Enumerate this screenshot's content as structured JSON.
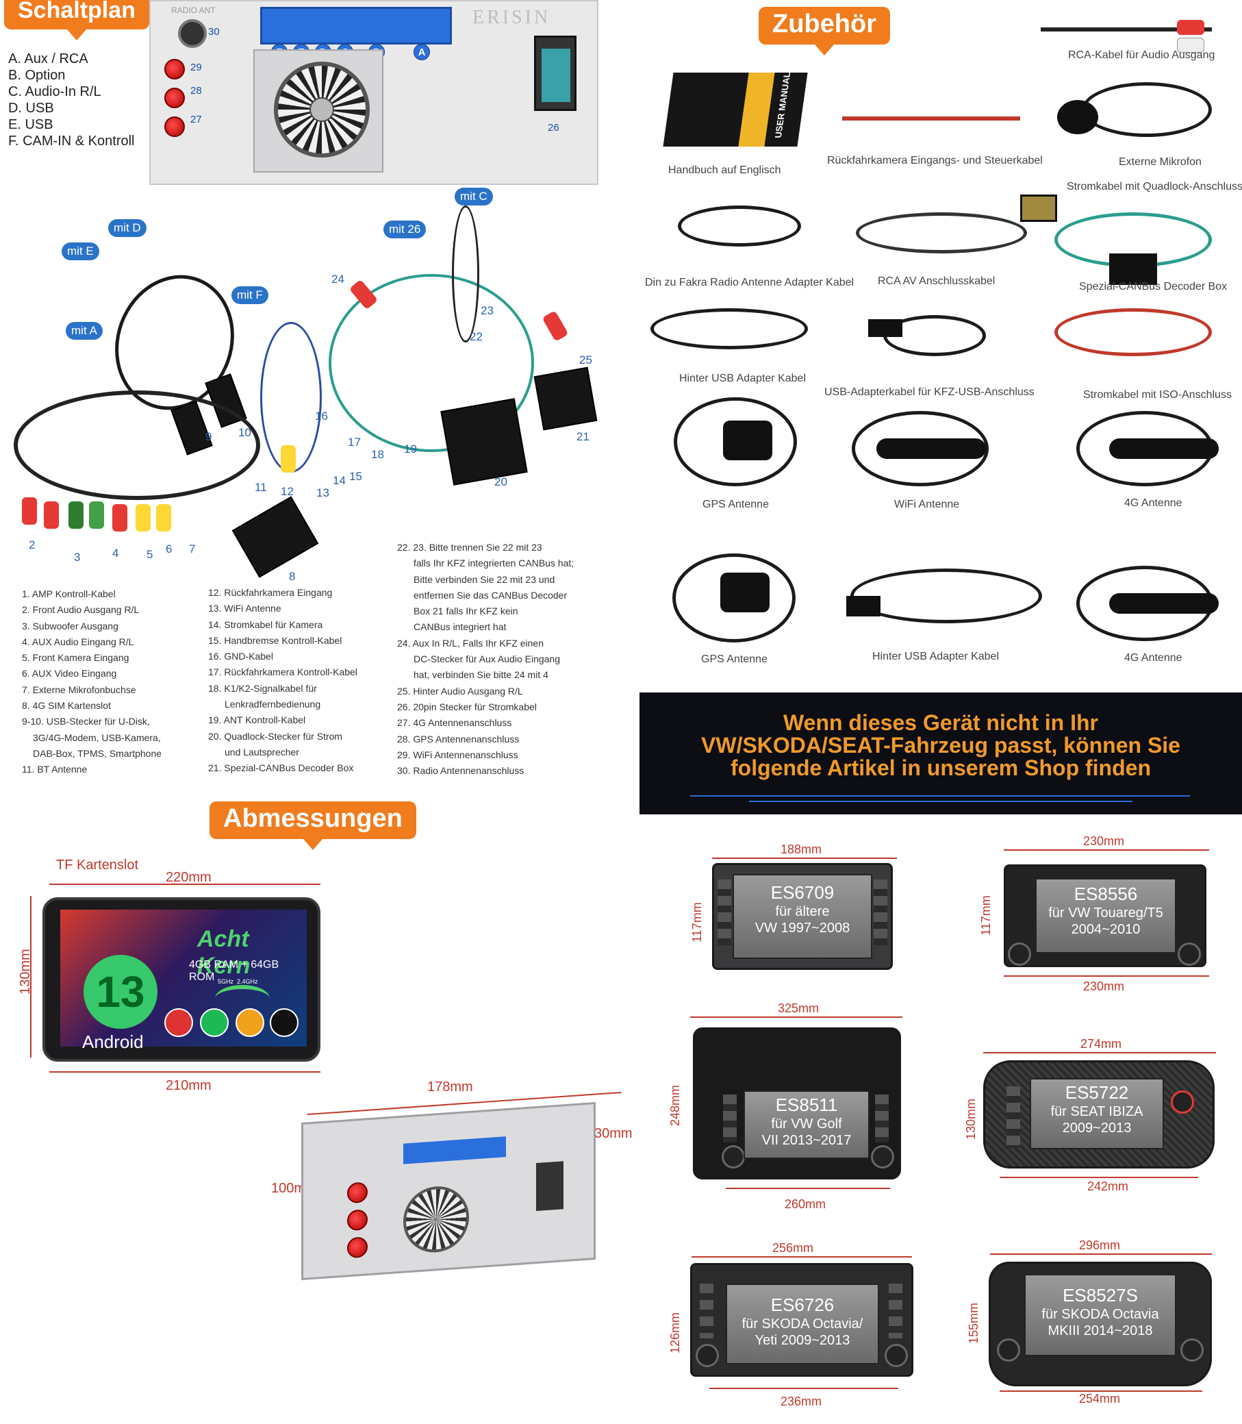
{
  "colors": {
    "accent": "#f07c1e",
    "bubble": "#2a73c9",
    "dimension": "#c0392b",
    "banner_text": "#f09a2a"
  },
  "schaltplan": {
    "title": "Schaltplan",
    "legend": [
      "A. Aux / RCA",
      "B. Option",
      "C. Audio-In R/L",
      "D. USB",
      "E. USB",
      "F. CAM-IN & Kontroll"
    ],
    "unit": {
      "brand": "ERISIN",
      "port_letters": [
        "F",
        "E",
        "D",
        "C",
        "B",
        "A"
      ],
      "port_numbers": [
        "30",
        "29",
        "28",
        "27",
        "26"
      ],
      "top_label": "RADIO ANT"
    },
    "bubbles": [
      "mit D",
      "mit E",
      "mit F",
      "mit A",
      "mit C",
      "mit 26"
    ],
    "cable_numbers": [
      "2",
      "3",
      "4",
      "5",
      "6",
      "7",
      "8",
      "9",
      "10",
      "11",
      "12",
      "13",
      "14",
      "15",
      "16",
      "17",
      "18",
      "19",
      "20",
      "21",
      "22",
      "23",
      "24",
      "25"
    ],
    "list_col1": [
      "1. AMP Kontroll-Kabel",
      "2. Front Audio Ausgang R/L",
      "3. Subwoofer Ausgang",
      "4. AUX Audio Eingang R/L",
      "5. Front Kamera Eingang",
      "6. AUX Video Eingang",
      "7. Externe Mikrofonbuchse",
      "8. 4G SIM Kartenslot",
      "9-10. USB-Stecker für U-Disk,",
      "3G/4G-Modem, USB-Kamera,",
      "DAB-Box, TPMS, Smartphone",
      "11. BT Antenne"
    ],
    "list_col2": [
      "12. Rückfahrkamera Eingang",
      "13. WiFi Antenne",
      "14. Stromkabel für Kamera",
      "15. Handbremse Kontroll-Kabel",
      "16. GND-Kabel",
      "17. Rückfahrkamera Kontroll-Kabel",
      "18. K1/K2-Signalkabel für",
      "Lenkradfernbedienung",
      "19. ANT Kontroll-Kabel",
      "20. Quadlock-Stecker für Strom",
      "und Lautsprecher",
      "21. Spezial-CANBus Decoder Box"
    ],
    "list_col3": [
      "22. 23. Bitte trennen Sie 22 mit 23",
      "falls Ihr KFZ integrierten CANBus hat;",
      "Bitte verbinden Sie 22 mit 23 und",
      "entfernen Sie das CANBus Decoder",
      "Box 21 falls Ihr KFZ kein",
      "CANBus integriert hat",
      "24. Aux In R/L, Falls Ihr KFZ einen",
      "DC-Stecker für Aux Audio Eingang",
      "hat, verbinden Sie bitte 24 mit 4",
      "25. Hinter Audio Ausgang R/L",
      "26. 20pin Stecker für Stromkabel",
      "27. 4G Antennenanschluss",
      "28. GPS Antennenanschluss",
      "29. WiFi Antennenanschluss",
      "30. Radio Antennenanschluss"
    ]
  },
  "zubehoer": {
    "title": "Zubehör",
    "items": [
      "RCA-Kabel für Audio Ausgang",
      "Handbuch auf Englisch",
      "Rückfahrkamera Eingangs- und Steuerkabel",
      "Externe Mikrofon",
      "Stromkabel mit Quadlock-Anschluss",
      "Din zu Fakra Radio Antenne Adapter Kabel",
      "RCA AV Anschlusskabel",
      "Spezial-CANBus Decoder Box",
      "Hinter USB Adapter Kabel",
      "USB-Adapterkabel für KFZ-USB-Anschluss",
      "Stromkabel mit ISO-Anschluss",
      "GPS Antenne",
      "WiFi Antenne",
      "4G Antenne",
      "GPS Antenne",
      "Hinter USB Adapter Kabel",
      "4G Antenne"
    ],
    "manual_label": "USER MANUAL"
  },
  "banner": {
    "line1": "Wenn dieses Gerät nicht in Ihr",
    "line2": "VW/SKODA/SEAT-Fahrzeug passt, können Sie",
    "line3": "folgende Artikel in unserem Shop finden"
  },
  "abmessungen": {
    "title": "Abmessungen",
    "tf_label": "TF Kartenslot",
    "width_top": "220mm",
    "width_bottom": "210mm",
    "height": "130mm",
    "depth": "178mm",
    "depth_side": "30mm",
    "back_height": "100mm",
    "screen": {
      "headline": "Acht Kern",
      "spec": "4GB RAM + 64GB ROM",
      "android_version": "13",
      "android_label": "Android",
      "wifi_bands": "5GHz  2.4GHz"
    }
  },
  "products": [
    {
      "model": "ES6709",
      "desc1": "für ältere",
      "desc2": "VW 1997~2008",
      "top": "188mm",
      "side": "117mm",
      "bottom": ""
    },
    {
      "model": "ES8556",
      "desc1": "für VW Touareg/T5",
      "desc2": "2004~2010",
      "top": "230mm",
      "side": "117mm",
      "bottom": "230mm"
    },
    {
      "model": "ES8511",
      "desc1": "für VW Golf",
      "desc2": "VII 2013~2017",
      "top": "325mm",
      "side": "248mm",
      "bottom": "260mm"
    },
    {
      "model": "ES5722",
      "desc1": "für SEAT IBIZA",
      "desc2": "2009~2013",
      "top": "274mm",
      "side": "130mm",
      "bottom": "242mm"
    },
    {
      "model": "ES6726",
      "desc1": "für SKODA Octavia/",
      "desc2": "Yeti 2009~2013",
      "top": "256mm",
      "side": "126mm",
      "bottom": "236mm"
    },
    {
      "model": "ES8527S",
      "desc1": "für SKODA Octavia",
      "desc2": "MKIII 2014~2018",
      "top": "296mm",
      "side": "155mm",
      "bottom": "254mm"
    }
  ]
}
